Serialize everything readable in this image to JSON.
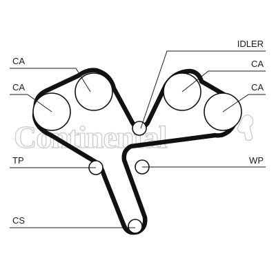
{
  "diagram": {
    "labels": {
      "idler": "IDLER",
      "ca_top_left": "CA",
      "ca_mid_left": "CA",
      "ca_top_right": "CA",
      "ca_mid_right": "CA",
      "tp": "TP",
      "wp": "WP",
      "cs": "CS"
    },
    "watermark": {
      "brand": "Continental",
      "color": "#c8c8c8"
    },
    "colors": {
      "belt": "#111111",
      "label": "#1a1a1a"
    }
  }
}
